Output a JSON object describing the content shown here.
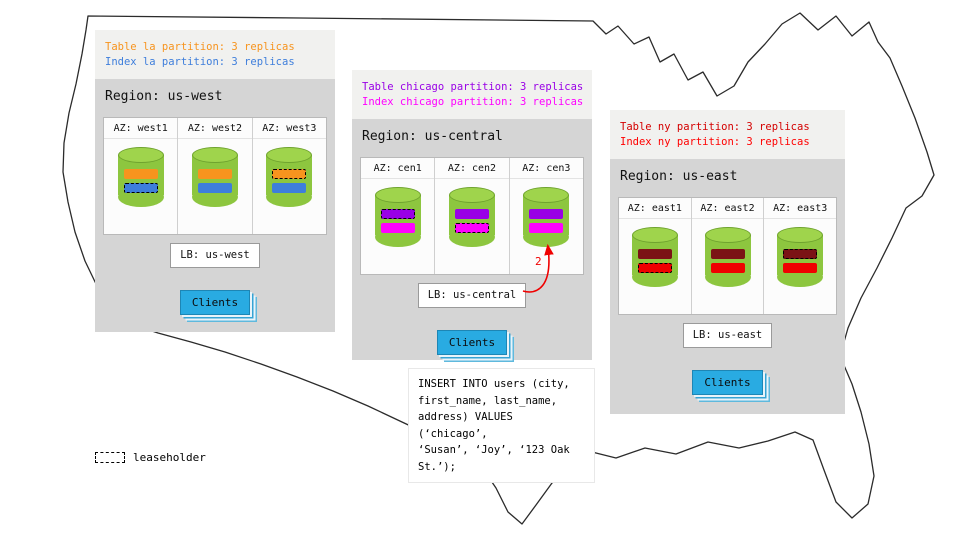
{
  "colors": {
    "panel_gray": "#d5d5d5",
    "caption_bg": "#f1f1ef",
    "cylinder_green": "#8dc63f",
    "clients_blue": "#29abe2",
    "arrow_red": "#f00000",
    "table_la": "#f7941e",
    "index_la": "#3e7edb",
    "table_chicago": "#9900e6",
    "index_chicago": "#ff00ff",
    "table_ny": "#7b1315",
    "index_ny": "#ef0000"
  },
  "regions": [
    {
      "name": "us-west",
      "caption_table": "Table la partition: 3 replicas",
      "caption_index": "Index la partition: 3 replicas",
      "title": "Region: us-west",
      "azs": [
        {
          "label": "AZ: west1",
          "table_leaseholder": false,
          "index_leaseholder": true
        },
        {
          "label": "AZ: west2",
          "table_leaseholder": false,
          "index_leaseholder": false
        },
        {
          "label": "AZ: west3",
          "table_leaseholder": true,
          "index_leaseholder": false
        }
      ],
      "lb_label": "LB: us-west",
      "clients_label": "Clients"
    },
    {
      "name": "us-central",
      "caption_table": "Table chicago partition: 3 replicas",
      "caption_index": "Index chicago partition: 3 replicas",
      "title": "Region: us-central",
      "azs": [
        {
          "label": "AZ: cen1",
          "table_leaseholder": true,
          "index_leaseholder": false
        },
        {
          "label": "AZ: cen2",
          "table_leaseholder": false,
          "index_leaseholder": true
        },
        {
          "label": "AZ: cen3",
          "table_leaseholder": false,
          "index_leaseholder": false
        }
      ],
      "lb_label": "LB: us-central",
      "clients_label": "Clients",
      "annotation_number": "2"
    },
    {
      "name": "us-east",
      "caption_table": "Table ny partition: 3 replicas",
      "caption_index": "Index ny partition: 3 replicas",
      "title": "Region: us-east",
      "azs": [
        {
          "label": "AZ: east1",
          "table_leaseholder": false,
          "index_leaseholder": true
        },
        {
          "label": "AZ: east2",
          "table_leaseholder": false,
          "index_leaseholder": false
        },
        {
          "label": "AZ: east3",
          "table_leaseholder": true,
          "index_leaseholder": false
        }
      ],
      "lb_label": "LB: us-east",
      "clients_label": "Clients"
    }
  ],
  "sql_note": {
    "text": "INSERT INTO users (city,\nfirst_name, last_name,\naddress) VALUES (‘chicago’,\n‘Susan’, ‘Joy’, ‘123 Oak\nSt.’);"
  },
  "legend": {
    "label": "leaseholder"
  }
}
